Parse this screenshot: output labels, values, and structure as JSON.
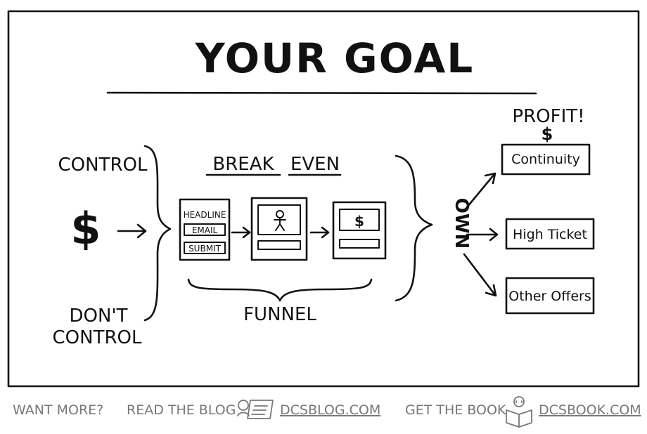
{
  "title": "YOUR GOAL",
  "left": {
    "control": "CONTROL",
    "dont_control_line1": "DON'T",
    "dont_control_line2": "CONTROL",
    "money_symbol": "$"
  },
  "middle": {
    "break": "BREAK",
    "even": "EVEN",
    "funnel": "FUNNEL",
    "page1": {
      "headline": "HEADLINE",
      "email": "EMAIL",
      "submit": "SUBMIT"
    },
    "page3_symbol": "$"
  },
  "own": "OWN",
  "right": {
    "profit": "PROFIT!",
    "profit_symbol": "$",
    "offers": [
      "Continuity",
      "High Ticket",
      "Other Offers"
    ]
  },
  "footer": {
    "want_more": "WANT MORE?",
    "read_blog": "READ THE BLOG",
    "blog_url": "DCSBLOG.COM",
    "get_book": "GET THE BOOK",
    "book_url": "DCSBOOK.COM"
  }
}
